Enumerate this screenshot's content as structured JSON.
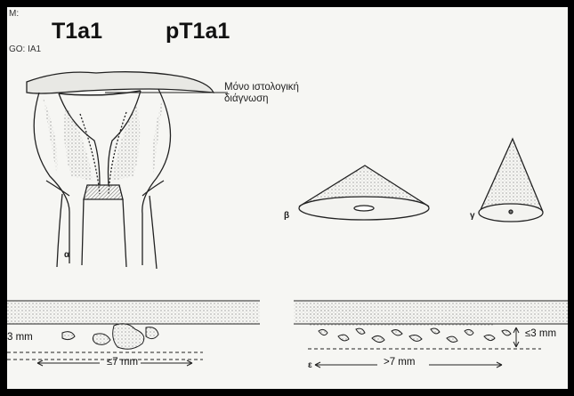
{
  "header": {
    "stage_tnm_prefix": "M:",
    "title_t": "T1a1",
    "title_pt": "pT1a1",
    "stage_figo": "GO: IA1"
  },
  "caption": {
    "line1": "Μόνο ιστολογική",
    "line2": "διάγνωση"
  },
  "panel_labels": {
    "a": "α",
    "b": "β",
    "c": "γ",
    "e": "ε"
  },
  "measurements": {
    "left_depth": "3 mm",
    "left_width": "≤7 mm",
    "right_width": ">7 mm",
    "right_depth": "≤3 mm"
  }
}
